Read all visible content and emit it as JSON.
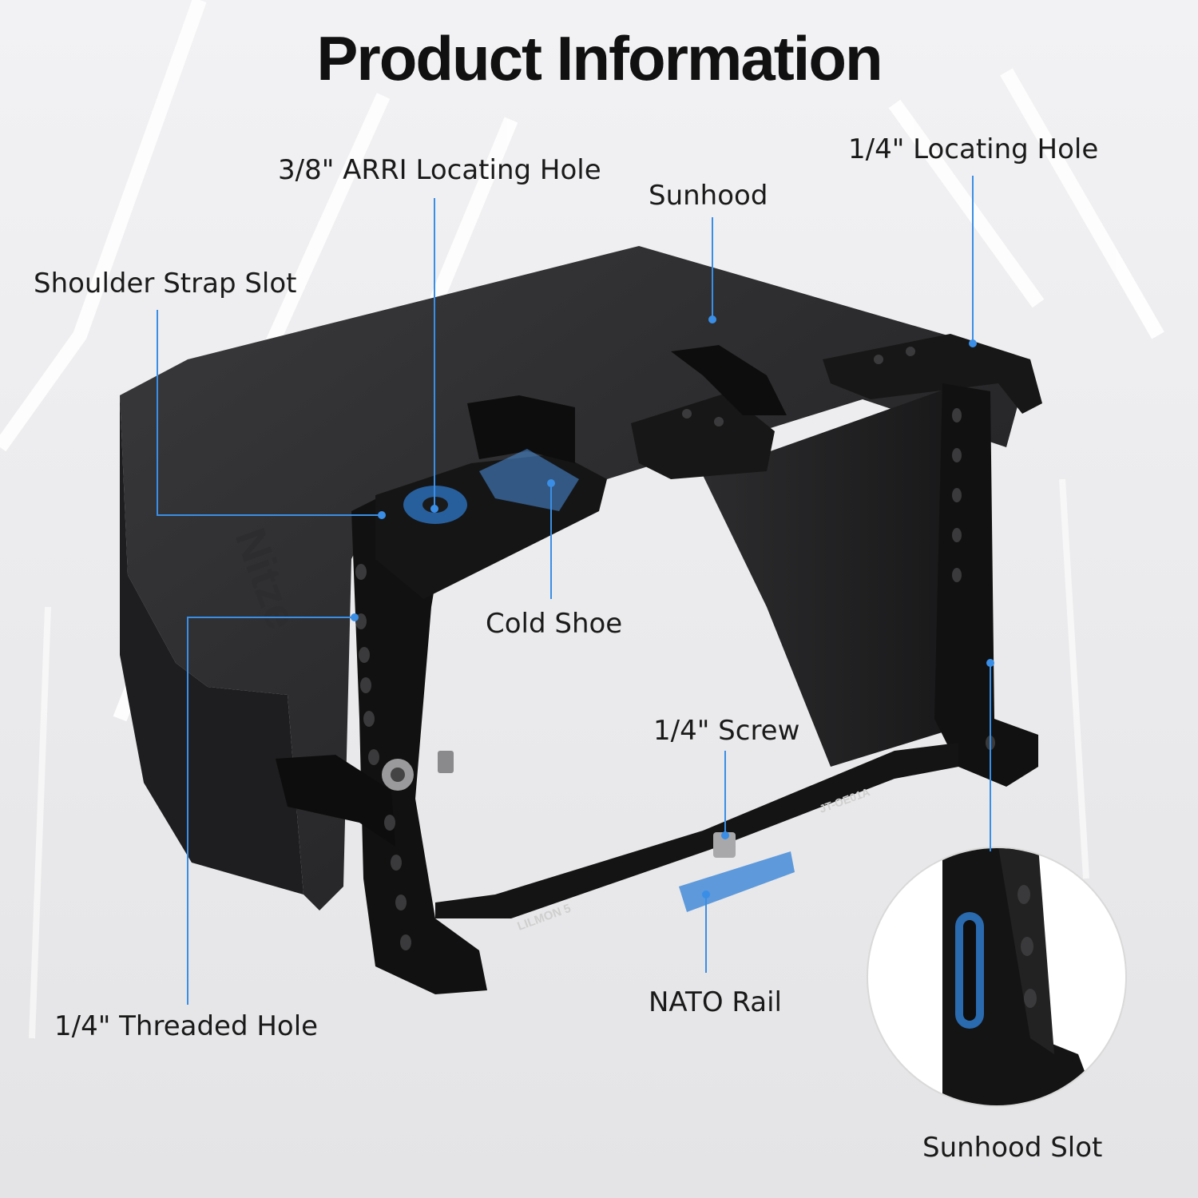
{
  "page": {
    "title": "Product Information"
  },
  "product": {
    "brand_mark": "Nitze",
    "model_left": "LILMON 5",
    "model_right": "JT-OE01A"
  },
  "callouts": [
    {
      "id": "shoulder-strap-slot",
      "label": "Shoulder Strap Slot"
    },
    {
      "id": "arri-locating-hole",
      "label": "3/8\" ARRI Locating Hole"
    },
    {
      "id": "sunhood",
      "label": "Sunhood"
    },
    {
      "id": "quarter-locating-hole",
      "label": "1/4\" Locating Hole"
    },
    {
      "id": "cold-shoe",
      "label": "Cold Shoe"
    },
    {
      "id": "quarter-threaded-hole",
      "label": "1/4\" Threaded Hole"
    },
    {
      "id": "quarter-screw",
      "label": "1/4\" Screw"
    },
    {
      "id": "nato-rail",
      "label": "NATO Rail"
    },
    {
      "id": "sunhood-slot",
      "label": "Sunhood Slot"
    }
  ],
  "colors": {
    "accent": "#2f7fd6",
    "cage": "#111111",
    "background": "#ececee"
  }
}
